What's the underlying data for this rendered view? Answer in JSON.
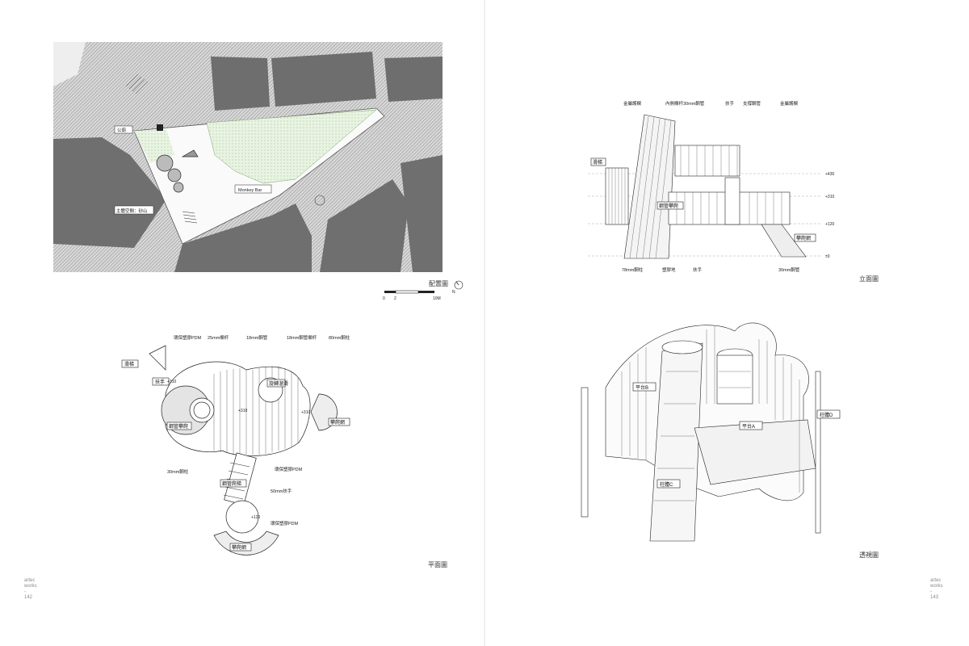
{
  "left_page": {
    "site_plan": {
      "labels": {
        "toilet": "公廁",
        "monkey_bar": "Monkey Bar",
        "main_structure": "主體空間：砂山"
      },
      "caption": "配置圖",
      "scale_bar": {
        "start": "0",
        "mid": "2",
        "end": "10M"
      },
      "north": "N"
    },
    "floor_plan": {
      "caption": "平面圖",
      "callouts": [
        "環保塑膠PDM",
        "25mm欄杆",
        "18mm鋼管",
        "18mm鋼管欄杆",
        "80mm鋼柱",
        "30mm鋼柱",
        "環保塑膠PDM",
        "50mm扶手",
        "環保塑膠PDM"
      ],
      "tags": [
        "滑梯",
        "扶手",
        "旋轉溜滑",
        "鋼管攀爬",
        "攀爬網",
        "鋼管爬梯",
        "攀爬網"
      ],
      "levels": [
        "+310",
        "+310",
        "+310",
        "+120"
      ]
    },
    "folio": [
      "artec",
      "works",
      "-",
      "142"
    ]
  },
  "right_page": {
    "elevation": {
      "caption": "立面圖",
      "callouts": [
        "金屬護欄",
        "內側欄杆30mm鋼管",
        "扶手",
        "支撐鋼管",
        "金屬護欄",
        "78mm鋼柱",
        "塑膠地",
        "扶手",
        "30mm鋼管"
      ],
      "tags": [
        "滑梯",
        "鋼管攀爬",
        "攀爬網"
      ],
      "levels": [
        "+430",
        "+310",
        "+120",
        "±0"
      ]
    },
    "perspective": {
      "caption": "透視圖",
      "tags": [
        "平台B",
        "平台A",
        "柱體D",
        "柱體C"
      ]
    },
    "folio": [
      "artec",
      "works",
      "-",
      "143"
    ]
  }
}
